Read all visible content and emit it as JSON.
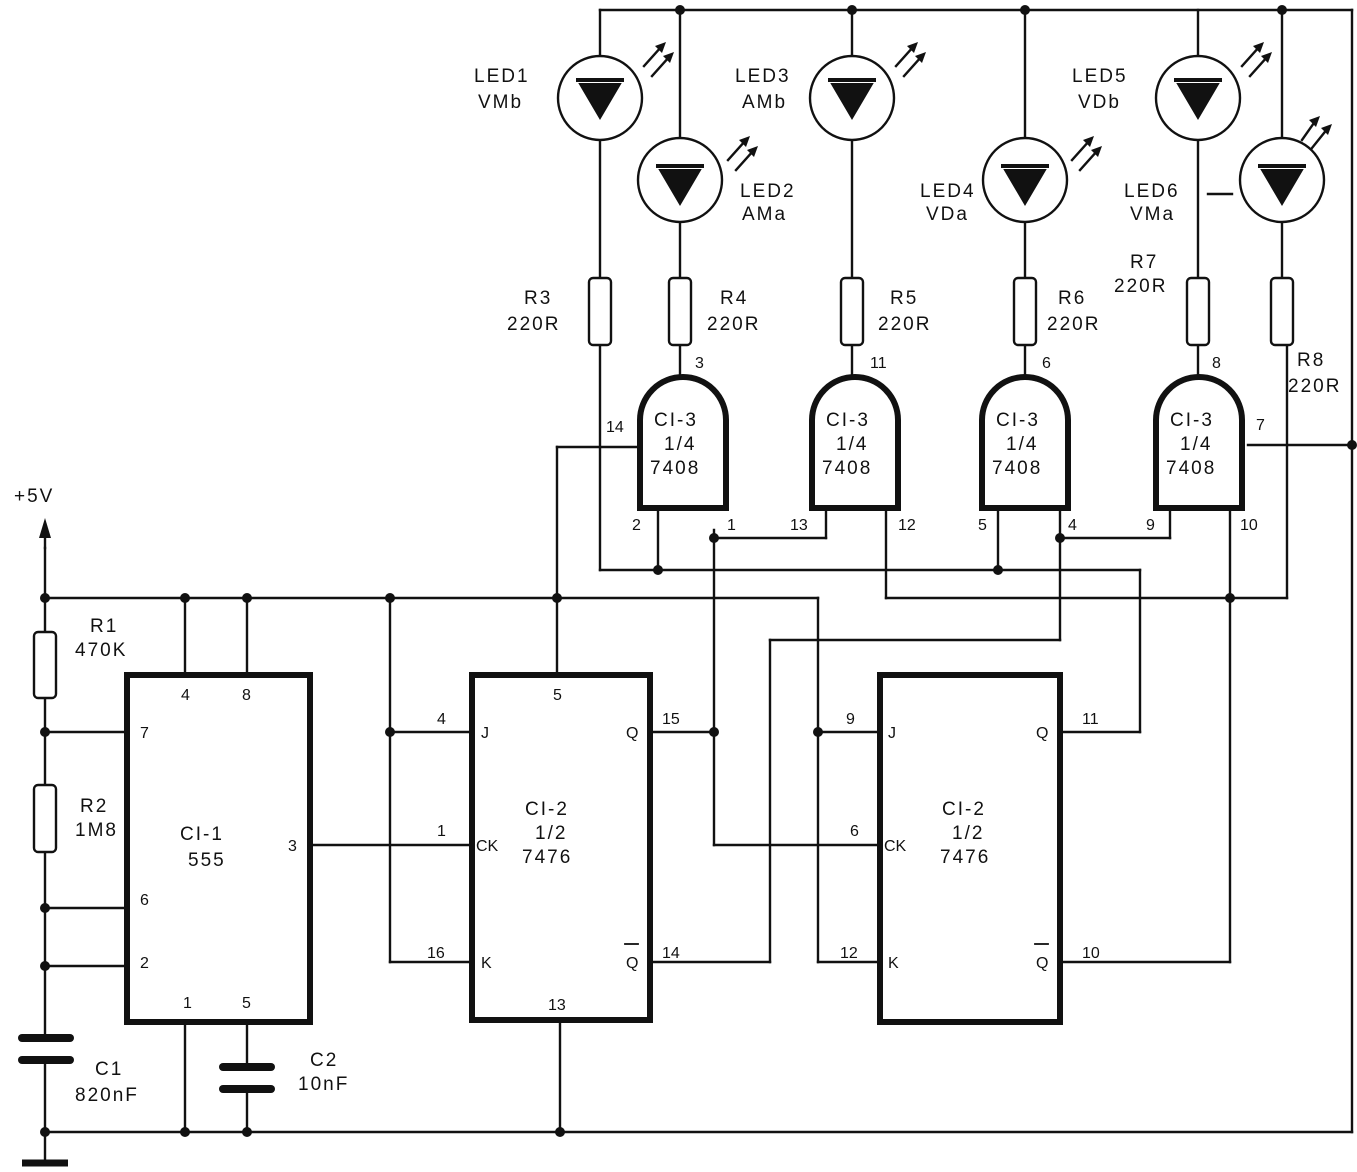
{
  "supply": {
    "label": "+5V"
  },
  "resistors": {
    "r1": {
      "name": "R1",
      "value": "470K"
    },
    "r2": {
      "name": "R2",
      "value": "1M8"
    },
    "r3": {
      "name": "R3",
      "value": "220R"
    },
    "r4": {
      "name": "R4",
      "value": "220R"
    },
    "r5": {
      "name": "R5",
      "value": "220R"
    },
    "r6": {
      "name": "R6",
      "value": "220R"
    },
    "r7": {
      "name": "R7",
      "value": "220R"
    },
    "r8": {
      "name": "R8",
      "value": "220R"
    }
  },
  "capacitors": {
    "c1": {
      "name": "C1",
      "value": "820nF"
    },
    "c2": {
      "name": "C2",
      "value": "10nF"
    }
  },
  "leds": {
    "led1": {
      "name": "LED1",
      "color": "VMb"
    },
    "led2": {
      "name": "LED2",
      "color": "AMa"
    },
    "led3": {
      "name": "LED3",
      "color": "AMb"
    },
    "led4": {
      "name": "LED4",
      "color": "VDa"
    },
    "led5": {
      "name": "LED5",
      "color": "VDb"
    },
    "led6": {
      "name": "LED6",
      "color": "VMa"
    }
  },
  "ic1": {
    "name": "CI-1",
    "type": "555",
    "pins": {
      "p4": "4",
      "p8": "8",
      "p7": "7",
      "p3": "3",
      "p6": "6",
      "p2": "2",
      "p1": "1",
      "p5": "5"
    }
  },
  "ic2a": {
    "name": "CI-2",
    "part": "1/2",
    "type": "7476",
    "pin_labels": {
      "j": "J",
      "ck": "CK",
      "k": "K",
      "q": "Q",
      "qbar": "Q"
    },
    "pins": {
      "p5": "5",
      "p4": "4",
      "p1": "1",
      "p16": "16",
      "p15": "15",
      "p14": "14",
      "p13": "13"
    }
  },
  "ic2b": {
    "name": "CI-2",
    "part": "1/2",
    "type": "7476",
    "pin_labels": {
      "j": "J",
      "ck": "CK",
      "k": "K",
      "q": "Q",
      "qbar": "Q"
    },
    "pins": {
      "p9": "9",
      "p6": "6",
      "p12": "12",
      "p11": "11",
      "p10": "10"
    }
  },
  "gates": {
    "g1": {
      "name": "CI-3",
      "part": "1/4",
      "type": "7408",
      "pin_out": "3",
      "pin_a": "2",
      "pin_b": "1",
      "pin_vcc": "14"
    },
    "g2": {
      "name": "CI-3",
      "part": "1/4",
      "type": "7408",
      "pin_out": "11",
      "pin_a": "13",
      "pin_b": "12"
    },
    "g3": {
      "name": "CI-3",
      "part": "1/4",
      "type": "7408",
      "pin_out": "6",
      "pin_a": "5",
      "pin_b": "4"
    },
    "g4": {
      "name": "CI-3",
      "part": "1/4",
      "type": "7408",
      "pin_out": "8",
      "pin_a": "9",
      "pin_b": "10",
      "pin_gnd": "7"
    }
  }
}
